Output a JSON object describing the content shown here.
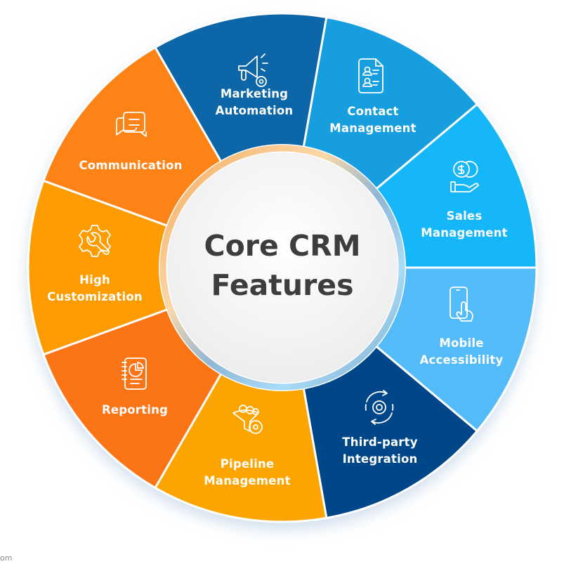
{
  "center": {
    "title_line1": "Core CRM",
    "title_line2": "Features"
  },
  "segments": [
    {
      "id": "sales-management",
      "line1": "Sales",
      "line2": "Management",
      "icon": "coins-hand-icon",
      "color": "#14B7F8"
    },
    {
      "id": "mobile-accessibility",
      "line1": "Mobile",
      "line2": "Accessibility",
      "icon": "phone-tap-icon",
      "color": "#53BCF8"
    },
    {
      "id": "third-party-integration",
      "line1": "Third-party",
      "line2": "Integration",
      "icon": "gear-cycle-icon",
      "color": "#03468A"
    },
    {
      "id": "pipeline-management",
      "line1": "Pipeline",
      "line2": "Management",
      "icon": "funnel-gear-icon",
      "color": "#FCA400"
    },
    {
      "id": "reporting",
      "line1": "Reporting",
      "line2": "",
      "icon": "report-notebook-icon",
      "color": "#FB7519"
    },
    {
      "id": "high-customization",
      "line1": "High",
      "line2": "Customization",
      "icon": "gear-wrench-icon",
      "color": "#FC9C04"
    },
    {
      "id": "communication",
      "line1": "Communication",
      "line2": "",
      "icon": "chat-bubbles-icon",
      "color": "#FD8316"
    },
    {
      "id": "marketing-automation",
      "line1": "Marketing",
      "line2": "Automation",
      "icon": "megaphone-gear-icon",
      "color": "#0F66A7"
    },
    {
      "id": "contact-management",
      "line1": "Contact",
      "line2": "Management",
      "icon": "contact-document-icon",
      "color": "#179EDF"
    }
  ],
  "footer": {
    "text": "om"
  }
}
